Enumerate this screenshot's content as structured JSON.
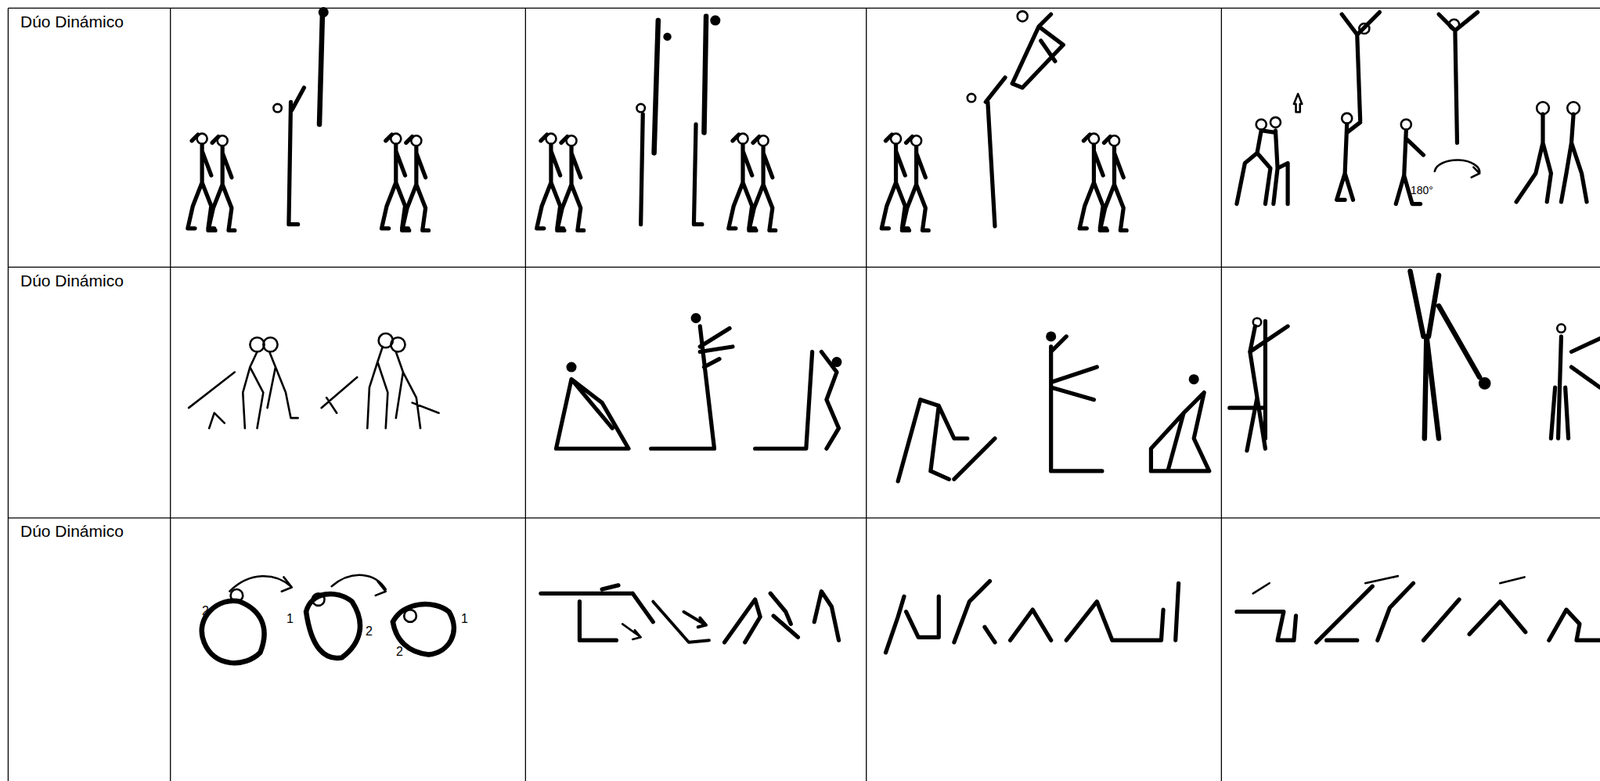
{
  "diagram": {
    "labels": [
      "Dúo Dinámico",
      "180°",
      "Dúo Dinámico",
      "Dúo Dinámico",
      "2",
      "1",
      "2",
      "2",
      "1"
    ]
  }
}
